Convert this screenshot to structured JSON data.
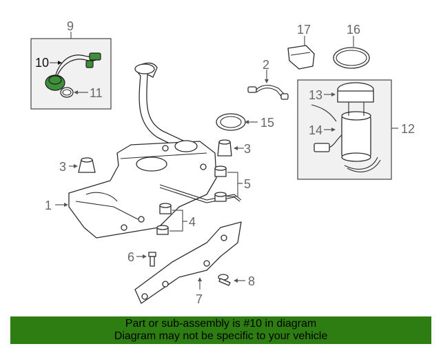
{
  "callouts": {
    "c1": "1",
    "c2": "2",
    "c3a": "3",
    "c3b": "3",
    "c4": "4",
    "c5": "5",
    "c6": "6",
    "c7": "7",
    "c8": "8",
    "c9": "9",
    "c10": "10",
    "c11": "11",
    "c12": "12",
    "c13": "13",
    "c14": "14",
    "c15": "15",
    "c16": "16",
    "c17": "17"
  },
  "highlighted_part": "10",
  "colors": {
    "highlight": "#3f8f3a",
    "banner": "#2e7d12"
  },
  "banner": {
    "line1": "Part or sub-assembly is #10 in diagram",
    "line2": "Diagram may not be specific to your vehicle"
  }
}
